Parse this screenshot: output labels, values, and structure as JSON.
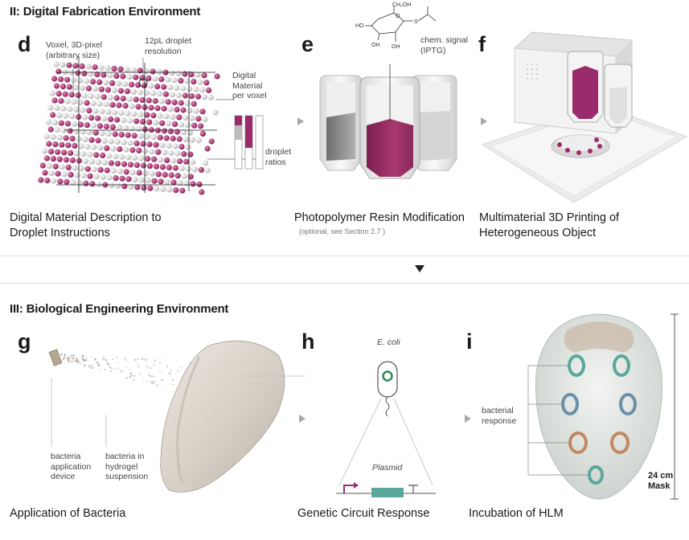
{
  "section2": {
    "title": "II: Digital Fabrication Environment",
    "panel_d": {
      "letter": "d",
      "label_voxel_1": "Voxel, 3D-pixel",
      "label_voxel_2": "(arbitrary size)",
      "label_droplet_1": "12pL droplet",
      "label_droplet_2": "resolution",
      "label_material_1": "Digital",
      "label_material_2": "Material",
      "label_material_3": "per voxel",
      "label_ratio_1": "droplet",
      "label_ratio_2": "ratios",
      "caption_1": "Digital Material Description to",
      "caption_2": "Droplet Instructions"
    },
    "panel_e": {
      "letter": "e",
      "label_signal_1": "chem. signal",
      "label_signal_2": "(IPTG)",
      "caption": "Photopolymer Resin Modification",
      "subcaption": "(optional, see Section 2.7 )",
      "molecule": {
        "atom_ch2oh": "CH₂OH",
        "atom_ho": "HO",
        "atom_o": "O",
        "atom_s": "S",
        "atom_oh1": "OH",
        "atom_oh2": "OH"
      }
    },
    "panel_f": {
      "letter": "f",
      "caption_1": "Multimaterial 3D Printing of",
      "caption_2": "Heterogeneous Object"
    }
  },
  "section3": {
    "title": "III: Biological Engineering Environment",
    "panel_g": {
      "letter": "g",
      "label_device_1": "bacteria",
      "label_device_2": "application",
      "label_device_3": "device",
      "label_hydrogel_1": "bacteria in",
      "label_hydrogel_2": "hydrogel",
      "label_hydrogel_3": "suspension",
      "caption": "Application of Bacteria"
    },
    "panel_h": {
      "letter": "h",
      "label_ecoli": "E. coli",
      "label_plasmid": "Plasmid",
      "caption": "Genetic Circuit Response"
    },
    "panel_i": {
      "letter": "i",
      "label_response_1": "bacterial",
      "label_response_2": "response",
      "label_size_1": "24 cm",
      "label_size_2": "Mask",
      "caption": "Incubation of HLM"
    }
  },
  "colors": {
    "magenta": "#9b2c6b",
    "pink": "#c98aa9",
    "teal": "#5aa79b",
    "green": "#2e8a58",
    "grey": "#a8a8a8"
  }
}
